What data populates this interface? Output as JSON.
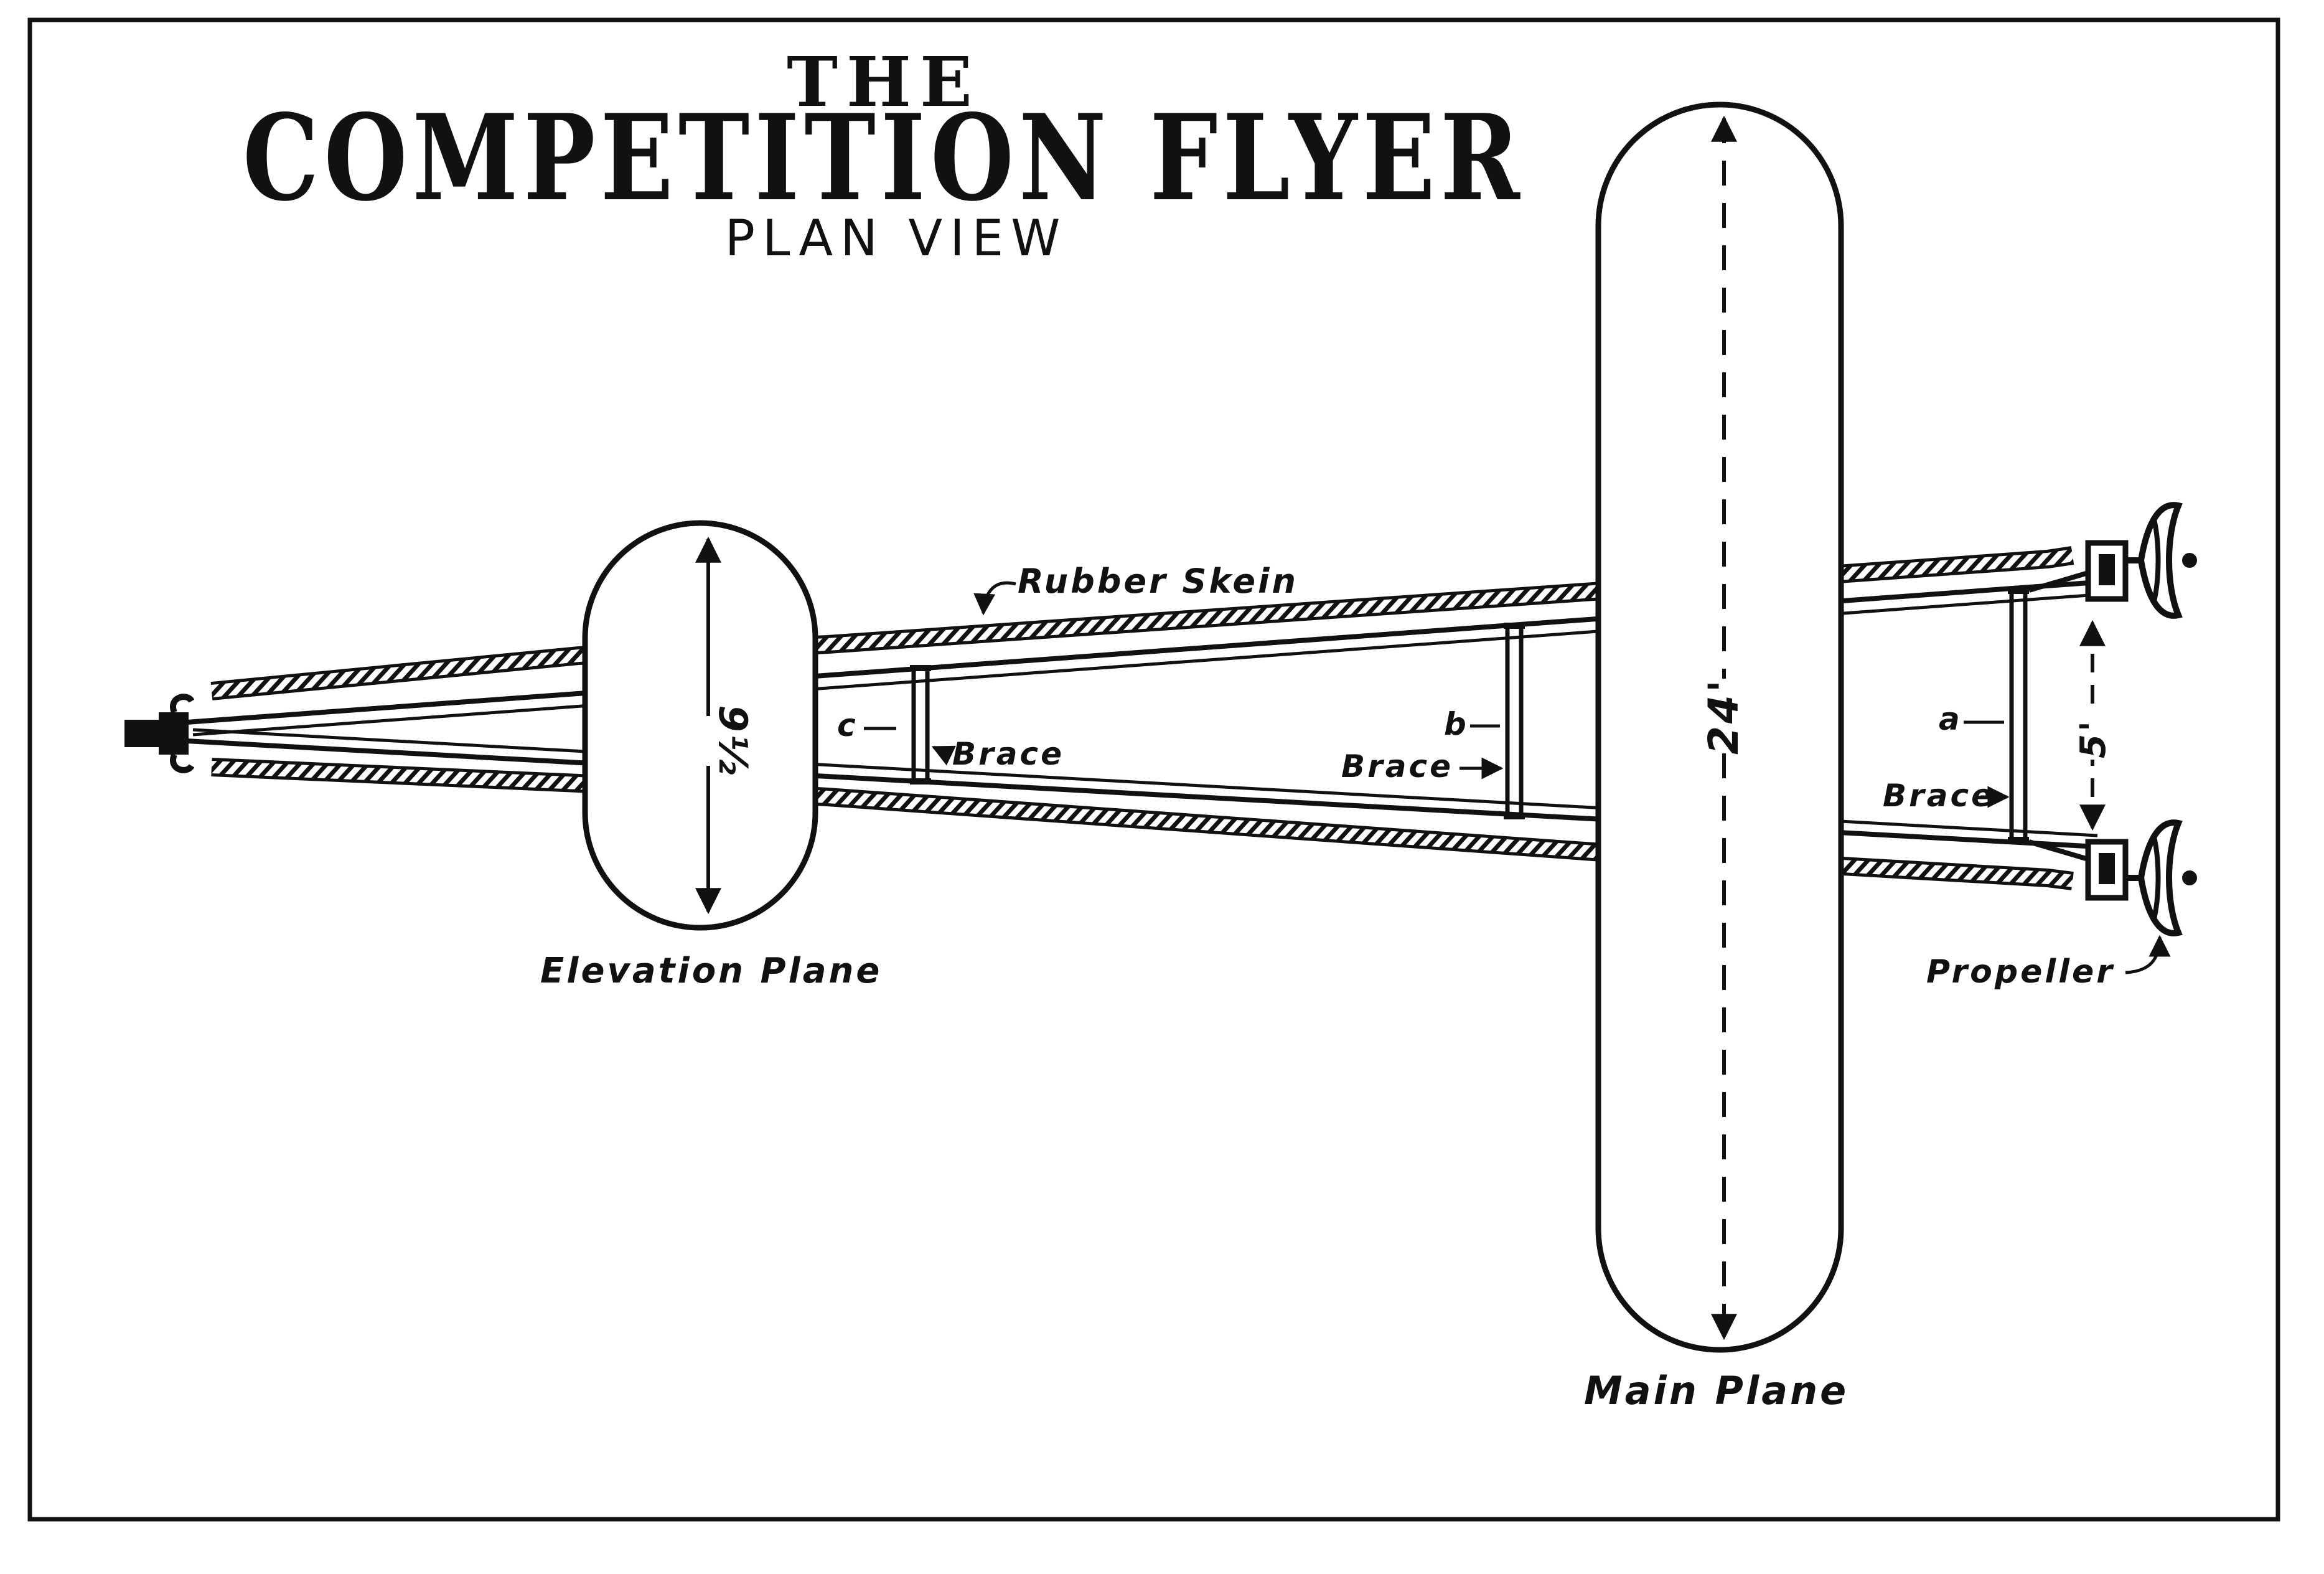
{
  "title": {
    "top": "THE",
    "main": "COMPETITION FLYER",
    "subtitle": "PLAN VIEW"
  },
  "labels": {
    "rubber_skein": "Rubber Skein",
    "elevation_plane": "Elevation Plane",
    "main_plane": "Main Plane",
    "propeller": "Propeller",
    "brace": "Brace",
    "brace_a": "a",
    "brace_b": "b",
    "brace_c": "c"
  },
  "dimensions": {
    "elevation_plane_span": "9½",
    "main_plane_span": "24'",
    "propeller_spacing": "5'"
  },
  "colors": {
    "ink": "#111111",
    "paper": "#ffffff"
  }
}
